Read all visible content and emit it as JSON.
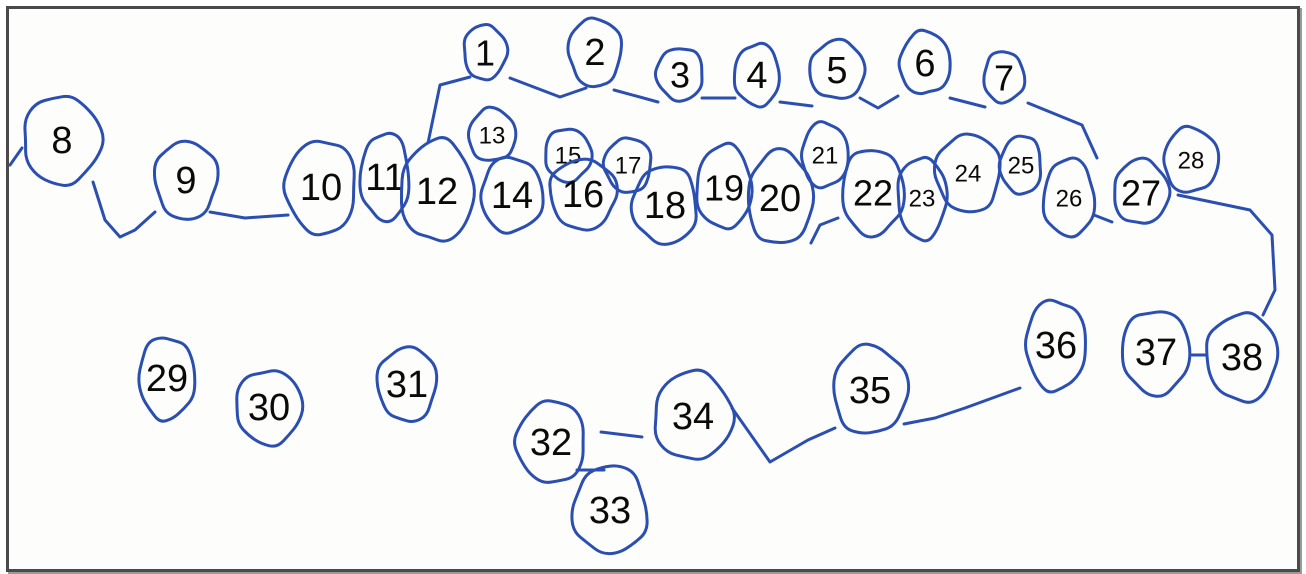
{
  "diagram": {
    "stroke_color": "#2b4fb0",
    "label_color": "#0a0a0a",
    "border_color": "#4a4a4a",
    "nodes": [
      {
        "id": 1,
        "label": "1"
      },
      {
        "id": 2,
        "label": "2"
      },
      {
        "id": 3,
        "label": "3"
      },
      {
        "id": 4,
        "label": "4"
      },
      {
        "id": 5,
        "label": "5"
      },
      {
        "id": 6,
        "label": "6"
      },
      {
        "id": 7,
        "label": "7"
      },
      {
        "id": 8,
        "label": "8"
      },
      {
        "id": 9,
        "label": "9"
      },
      {
        "id": 10,
        "label": "10"
      },
      {
        "id": 11,
        "label": "11"
      },
      {
        "id": 12,
        "label": "12"
      },
      {
        "id": 13,
        "label": "13"
      },
      {
        "id": 14,
        "label": "14"
      },
      {
        "id": 15,
        "label": "15"
      },
      {
        "id": 16,
        "label": "16"
      },
      {
        "id": 17,
        "label": "17"
      },
      {
        "id": 18,
        "label": "18"
      },
      {
        "id": 19,
        "label": "19"
      },
      {
        "id": 20,
        "label": "20"
      },
      {
        "id": 21,
        "label": "21"
      },
      {
        "id": 22,
        "label": "22"
      },
      {
        "id": 23,
        "label": "23"
      },
      {
        "id": 24,
        "label": "24"
      },
      {
        "id": 25,
        "label": "25"
      },
      {
        "id": 26,
        "label": "26"
      },
      {
        "id": 27,
        "label": "27"
      },
      {
        "id": 28,
        "label": "28"
      },
      {
        "id": 29,
        "label": "29"
      },
      {
        "id": 30,
        "label": "30"
      },
      {
        "id": 31,
        "label": "31"
      },
      {
        "id": 32,
        "label": "32"
      },
      {
        "id": 33,
        "label": "33"
      },
      {
        "id": 34,
        "label": "34"
      },
      {
        "id": 35,
        "label": "35"
      },
      {
        "id": 36,
        "label": "36"
      },
      {
        "id": 37,
        "label": "37"
      },
      {
        "id": 38,
        "label": "38"
      }
    ]
  }
}
